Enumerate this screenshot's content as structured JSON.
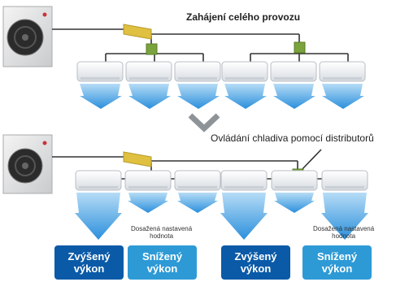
{
  "section_top": {
    "title": "Zahájení celého provozu"
  },
  "section_bottom": {
    "title": "Ovládání chladiva pomocí distributorů",
    "left_group": {
      "note_line1": "Dosažená nastavená",
      "note_line2": "hodnota",
      "increased_line1": "Zvýšený",
      "increased_line2": "výkon",
      "reduced_line1": "Snížený",
      "reduced_line2": "výkon"
    },
    "right_group": {
      "note_line1": "Dosažená nastavená",
      "note_line2": "hodnota",
      "increased_line1": "Zvýšený",
      "increased_line2": "výkon",
      "reduced_line1": "Snížený",
      "reduced_line2": "výkon"
    }
  },
  "colors": {
    "distributor": "#e0c040",
    "branch_box": "#7aa33d",
    "airflow": "#3a9be0",
    "increased": "#0a5aa8",
    "reduced": "#2d9ad6"
  },
  "icons": [
    "outdoor-unit-icon",
    "indoor-unit-icon",
    "airflow-arrow-icon",
    "down-chevron-icon"
  ]
}
